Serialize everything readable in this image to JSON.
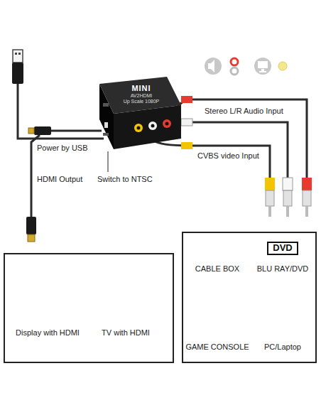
{
  "diagram": {
    "nodes": [
      {
        "text": [
          "MINI",
          "AV2HDMI",
          "Up Scale 1080P"
        ]
      },
      {
        "text": [
          "Display with HDMI",
          "TV with HDMI"
        ]
      },
      {
        "text": [
          "CABLE BOX",
          "BLU RAY/DVD",
          "GAME CONSOLE",
          "PC/Laptop"
        ]
      },
      {
        "text": [
          "DVD"
        ],
        "in": 2
      }
    ],
    "labels": [
      "Power by USB",
      "HDMI Output",
      "Switch to NTSC",
      "Stereo L/R Audio Input",
      "CVBS video Input"
    ]
  }
}
